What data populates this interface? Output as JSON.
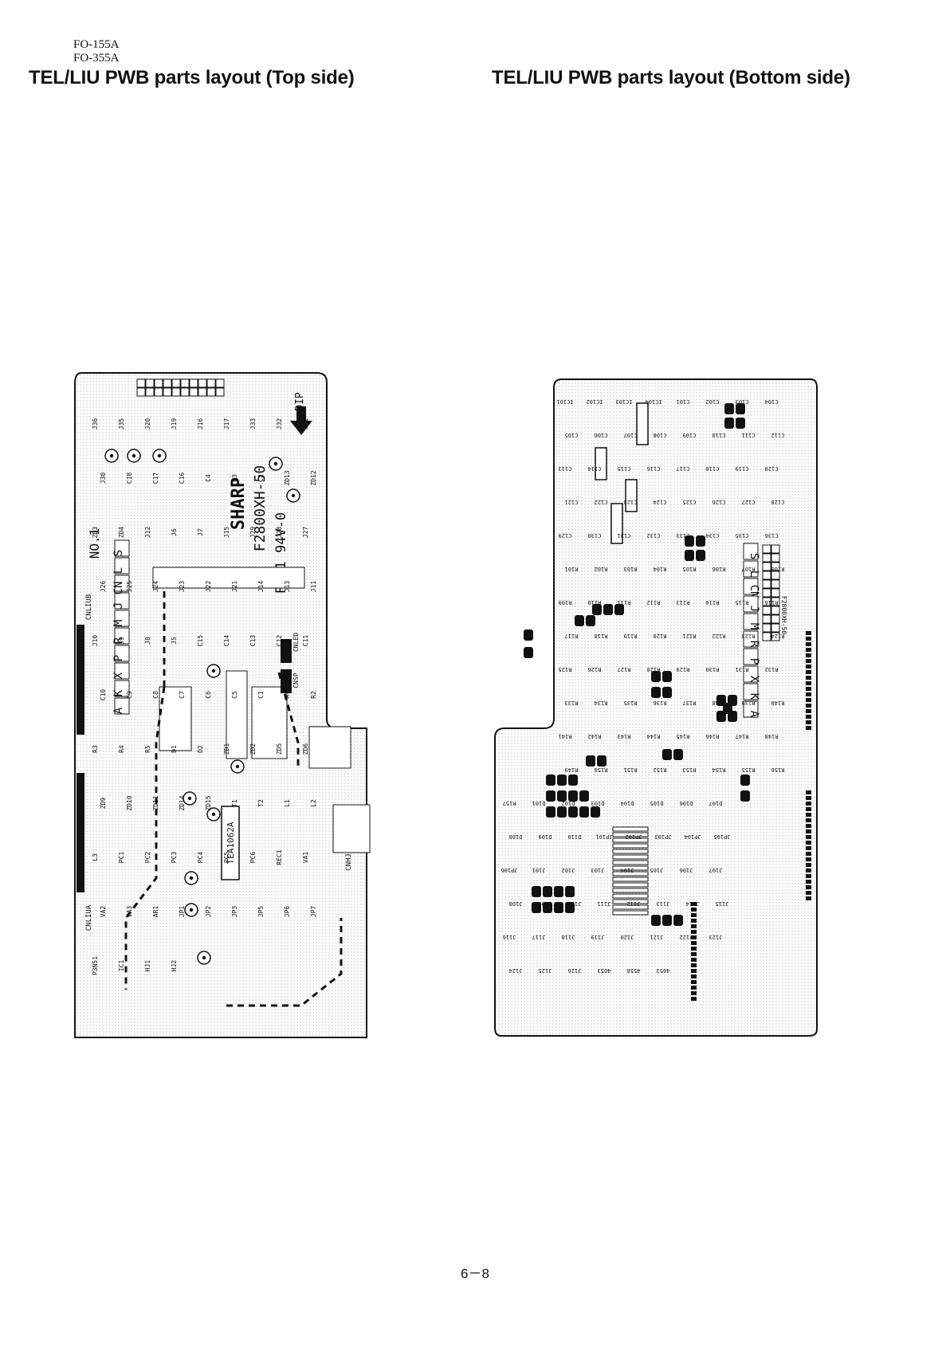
{
  "header": {
    "models": [
      "FO-155A",
      "FO-355A"
    ],
    "title_top": "TEL/LIU PWB parts layout (Top side)",
    "title_bottom": "TEL/LIU PWB parts layout (Bottom side)"
  },
  "top_board": {
    "brand": "SHARP",
    "board_code": "F2800XH-50",
    "rating": "FX-1 94V-0",
    "board_no": "NO.1",
    "dip": "DIP",
    "ic": "TEA1062A",
    "connectors": [
      "CNLIUB",
      "CNLIUA",
      "CNHJ",
      "CNLED",
      "CNSP"
    ],
    "letter_codes": [
      "A",
      "K",
      "X",
      "P",
      "R",
      "M",
      "J",
      "CN",
      "L",
      "S"
    ],
    "part_labels": [
      "J36",
      "J35",
      "J20",
      "J19",
      "J16",
      "J17",
      "J33",
      "J32",
      "J31",
      "J30",
      "C18",
      "C17",
      "C16",
      "C4",
      "C3",
      "C2",
      "ZD13",
      "ZD12",
      "ZD3",
      "ZD4",
      "J12",
      "J6",
      "J7",
      "J15",
      "J29",
      "J28",
      "J27",
      "J26",
      "J25",
      "J24",
      "J23",
      "J22",
      "J21",
      "J14",
      "J13",
      "J11",
      "J10",
      "J9",
      "J8",
      "J5",
      "C15",
      "C14",
      "C13",
      "C12",
      "C11",
      "C10",
      "C9",
      "C8",
      "C7",
      "C6",
      "C5",
      "C1",
      "R1",
      "R2",
      "R3",
      "R4",
      "R5",
      "D1",
      "D2",
      "ZD1",
      "ZD2",
      "ZD5",
      "ZD6",
      "ZD9",
      "ZD10",
      "ZD11",
      "ZD14",
      "ZD15",
      "T1",
      "T2",
      "L1",
      "L2",
      "L3",
      "PC1",
      "PC2",
      "PC3",
      "PC4",
      "PC5",
      "PC6",
      "REC1",
      "VA1",
      "VA2",
      "VA3",
      "AR1",
      "JP1",
      "JP2",
      "JP3",
      "JP5",
      "JP6",
      "JP7",
      "P3N51",
      "IC1",
      "HJ1",
      "HJ2"
    ]
  },
  "bottom_board": {
    "board_code": "F2800XH-50",
    "letter_codes": [
      "S",
      "L",
      "CN",
      "J",
      "M",
      "R",
      "P",
      "X",
      "K",
      "A"
    ],
    "part_labels": [
      "IC101",
      "IC102",
      "IC103",
      "IC104",
      "C101",
      "C102",
      "C103",
      "C104",
      "C105",
      "C106",
      "C107",
      "C108",
      "C109",
      "C110",
      "C111",
      "C112",
      "C113",
      "C114",
      "C115",
      "C116",
      "C117",
      "C118",
      "C119",
      "C120",
      "C121",
      "C122",
      "C123",
      "C124",
      "C125",
      "C126",
      "C127",
      "C128",
      "C129",
      "C130",
      "C131",
      "C132",
      "C133",
      "C134",
      "C135",
      "C136",
      "R101",
      "R102",
      "R103",
      "R104",
      "R105",
      "R106",
      "R107",
      "R108",
      "R109",
      "R110",
      "R111",
      "R112",
      "R113",
      "R114",
      "R115",
      "R116",
      "R117",
      "R118",
      "R119",
      "R120",
      "R121",
      "R122",
      "R123",
      "R124",
      "R125",
      "R126",
      "R127",
      "R128",
      "R129",
      "R130",
      "R131",
      "R132",
      "R133",
      "R134",
      "R135",
      "R136",
      "R137",
      "R138",
      "R139",
      "R140",
      "R141",
      "R142",
      "R143",
      "R144",
      "R145",
      "R146",
      "R147",
      "R148",
      "R149",
      "R150",
      "R151",
      "R152",
      "R153",
      "R154",
      "R155",
      "R156",
      "R157",
      "D101",
      "D102",
      "D103",
      "D104",
      "D105",
      "D106",
      "D107",
      "D108",
      "D109",
      "D110",
      "JP101",
      "JP102",
      "JP103",
      "JP104",
      "JP105",
      "JP106",
      "J101",
      "J102",
      "J103",
      "J104",
      "J105",
      "J106",
      "J107",
      "J108",
      "J109",
      "J110",
      "J111",
      "J112",
      "J113",
      "J114",
      "J115",
      "J116",
      "J117",
      "J118",
      "J119",
      "J120",
      "J121",
      "J122",
      "J123",
      "J124",
      "J125",
      "J126",
      "4053",
      "4558",
      "4053"
    ]
  },
  "footer": {
    "page_number": "6－8"
  }
}
